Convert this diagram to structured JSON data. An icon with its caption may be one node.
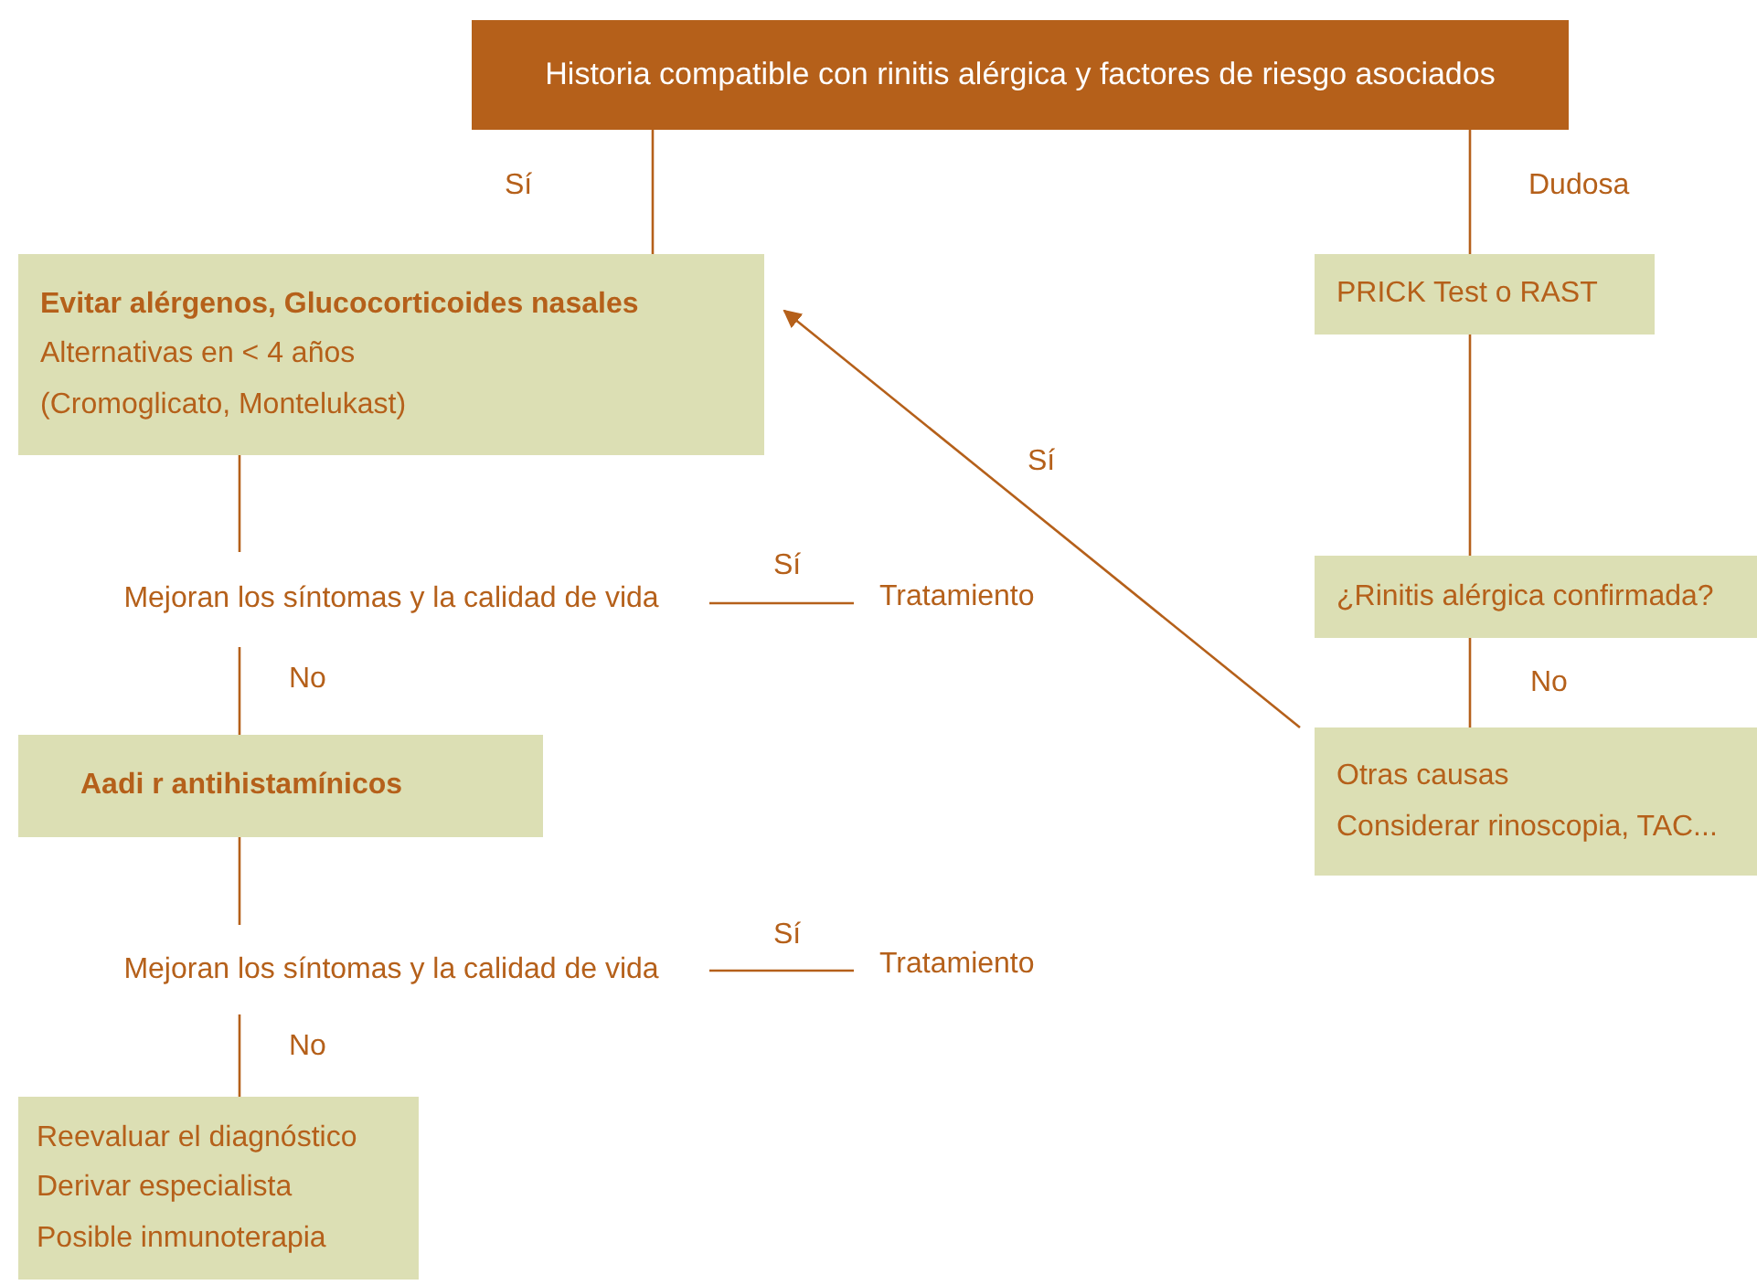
{
  "diagram": {
    "nodes": [
      {
        "text": [
          "Historia compatible con rinitis alérgica y factores de riesgo asociados"
        ]
      },
      {
        "text": [
          "Evitar alérgenos, Glucocorticoides nasales",
          "Alternativas en < 4 años",
          "(Cromoglicato, Montelukast)"
        ]
      },
      {
        "text": [
          "Mejoran los síntomas y la calidad de vida"
        ]
      },
      {
        "text": [
          "Tratamiento"
        ]
      },
      {
        "text": [
          "Aadi r antihistamínicos"
        ]
      },
      {
        "text": [
          "Mejoran los síntomas y la calidad de vida"
        ]
      },
      {
        "text": [
          "Tratamiento"
        ]
      },
      {
        "text": [
          "Reevaluar el diagnóstico",
          "Derivar especialista",
          "Posible inmunoterapia"
        ]
      },
      {
        "text": [
          "PRICK Test o RAST"
        ]
      },
      {
        "text": [
          "¿Rinitis alérgica confirmada?"
        ]
      },
      {
        "text": [
          "Otras causas",
          "Considerar rinoscopia, TAC..."
        ]
      }
    ],
    "edges": [
      {
        "from": 0,
        "to": 1,
        "arrow": "none",
        "label": "Sí"
      },
      {
        "from": 0,
        "to": 8,
        "arrow": "none",
        "label": "Dudosa"
      },
      {
        "from": 1,
        "to": 2,
        "arrow": "none"
      },
      {
        "from": 2,
        "to": 3,
        "arrow": "none",
        "label": "Sí"
      },
      {
        "from": 2,
        "to": 4,
        "arrow": "none",
        "label": "No"
      },
      {
        "from": 4,
        "to": 5,
        "arrow": "none"
      },
      {
        "from": 5,
        "to": 6,
        "arrow": "none",
        "label": "Sí"
      },
      {
        "from": 5,
        "to": 7,
        "arrow": "none",
        "label": "No"
      },
      {
        "from": 8,
        "to": 9,
        "arrow": "none"
      },
      {
        "from": 9,
        "to": 10,
        "arrow": "none",
        "label": "No"
      },
      {
        "from": 10,
        "to": 1,
        "arrow": "to",
        "label": "Sí"
      }
    ]
  }
}
